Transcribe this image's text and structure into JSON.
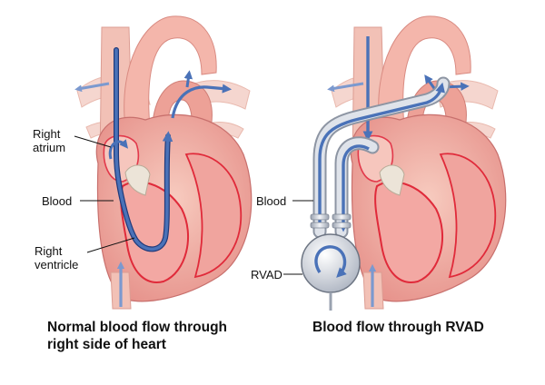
{
  "left_panel": {
    "labels": {
      "right_atrium_line1": "Right",
      "right_atrium_line2": "atrium",
      "blood": "Blood",
      "right_ventricle_line1": "Right",
      "right_ventricle_line2": "ventricle"
    },
    "caption_line1": "Normal blood flow through",
    "caption_line2": "right side of heart"
  },
  "right_panel": {
    "labels": {
      "blood": "Blood",
      "rvad": "RVAD"
    },
    "caption": "Blood flow through RVAD"
  },
  "colors": {
    "heart_muscle": "#f2b5a8",
    "heart_dark": "#d9707a",
    "chamber_red": "#e02a3a",
    "vessel_pink": "#f4c7bd",
    "flow_arrow": "#4a72b8",
    "device_gray": "#c8cdd6"
  }
}
